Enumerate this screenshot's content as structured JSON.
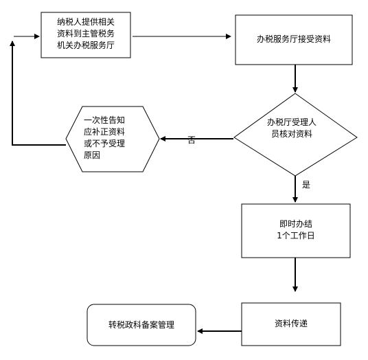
{
  "flowchart": {
    "step_submit": {
      "lines": [
        "纳税人提供相关",
        "资料到主管税务",
        "机关办税服务厅"
      ]
    },
    "step_receive": {
      "label": "办税服务厅接受资料"
    },
    "decision_check": {
      "lines": [
        "办税厅受理人",
        "员核对资料"
      ]
    },
    "step_notify": {
      "lines": [
        "一次性告知",
        "应补正资料",
        "或不予受理",
        "原因"
      ]
    },
    "step_complete": {
      "lines": [
        "即时办结",
        "1个工作日"
      ]
    },
    "step_transfer": {
      "label": "资料传递"
    },
    "step_archive": {
      "label": "转税政科备案管理"
    },
    "edge_no": {
      "label": "否"
    },
    "edge_yes": {
      "label": "是"
    }
  }
}
